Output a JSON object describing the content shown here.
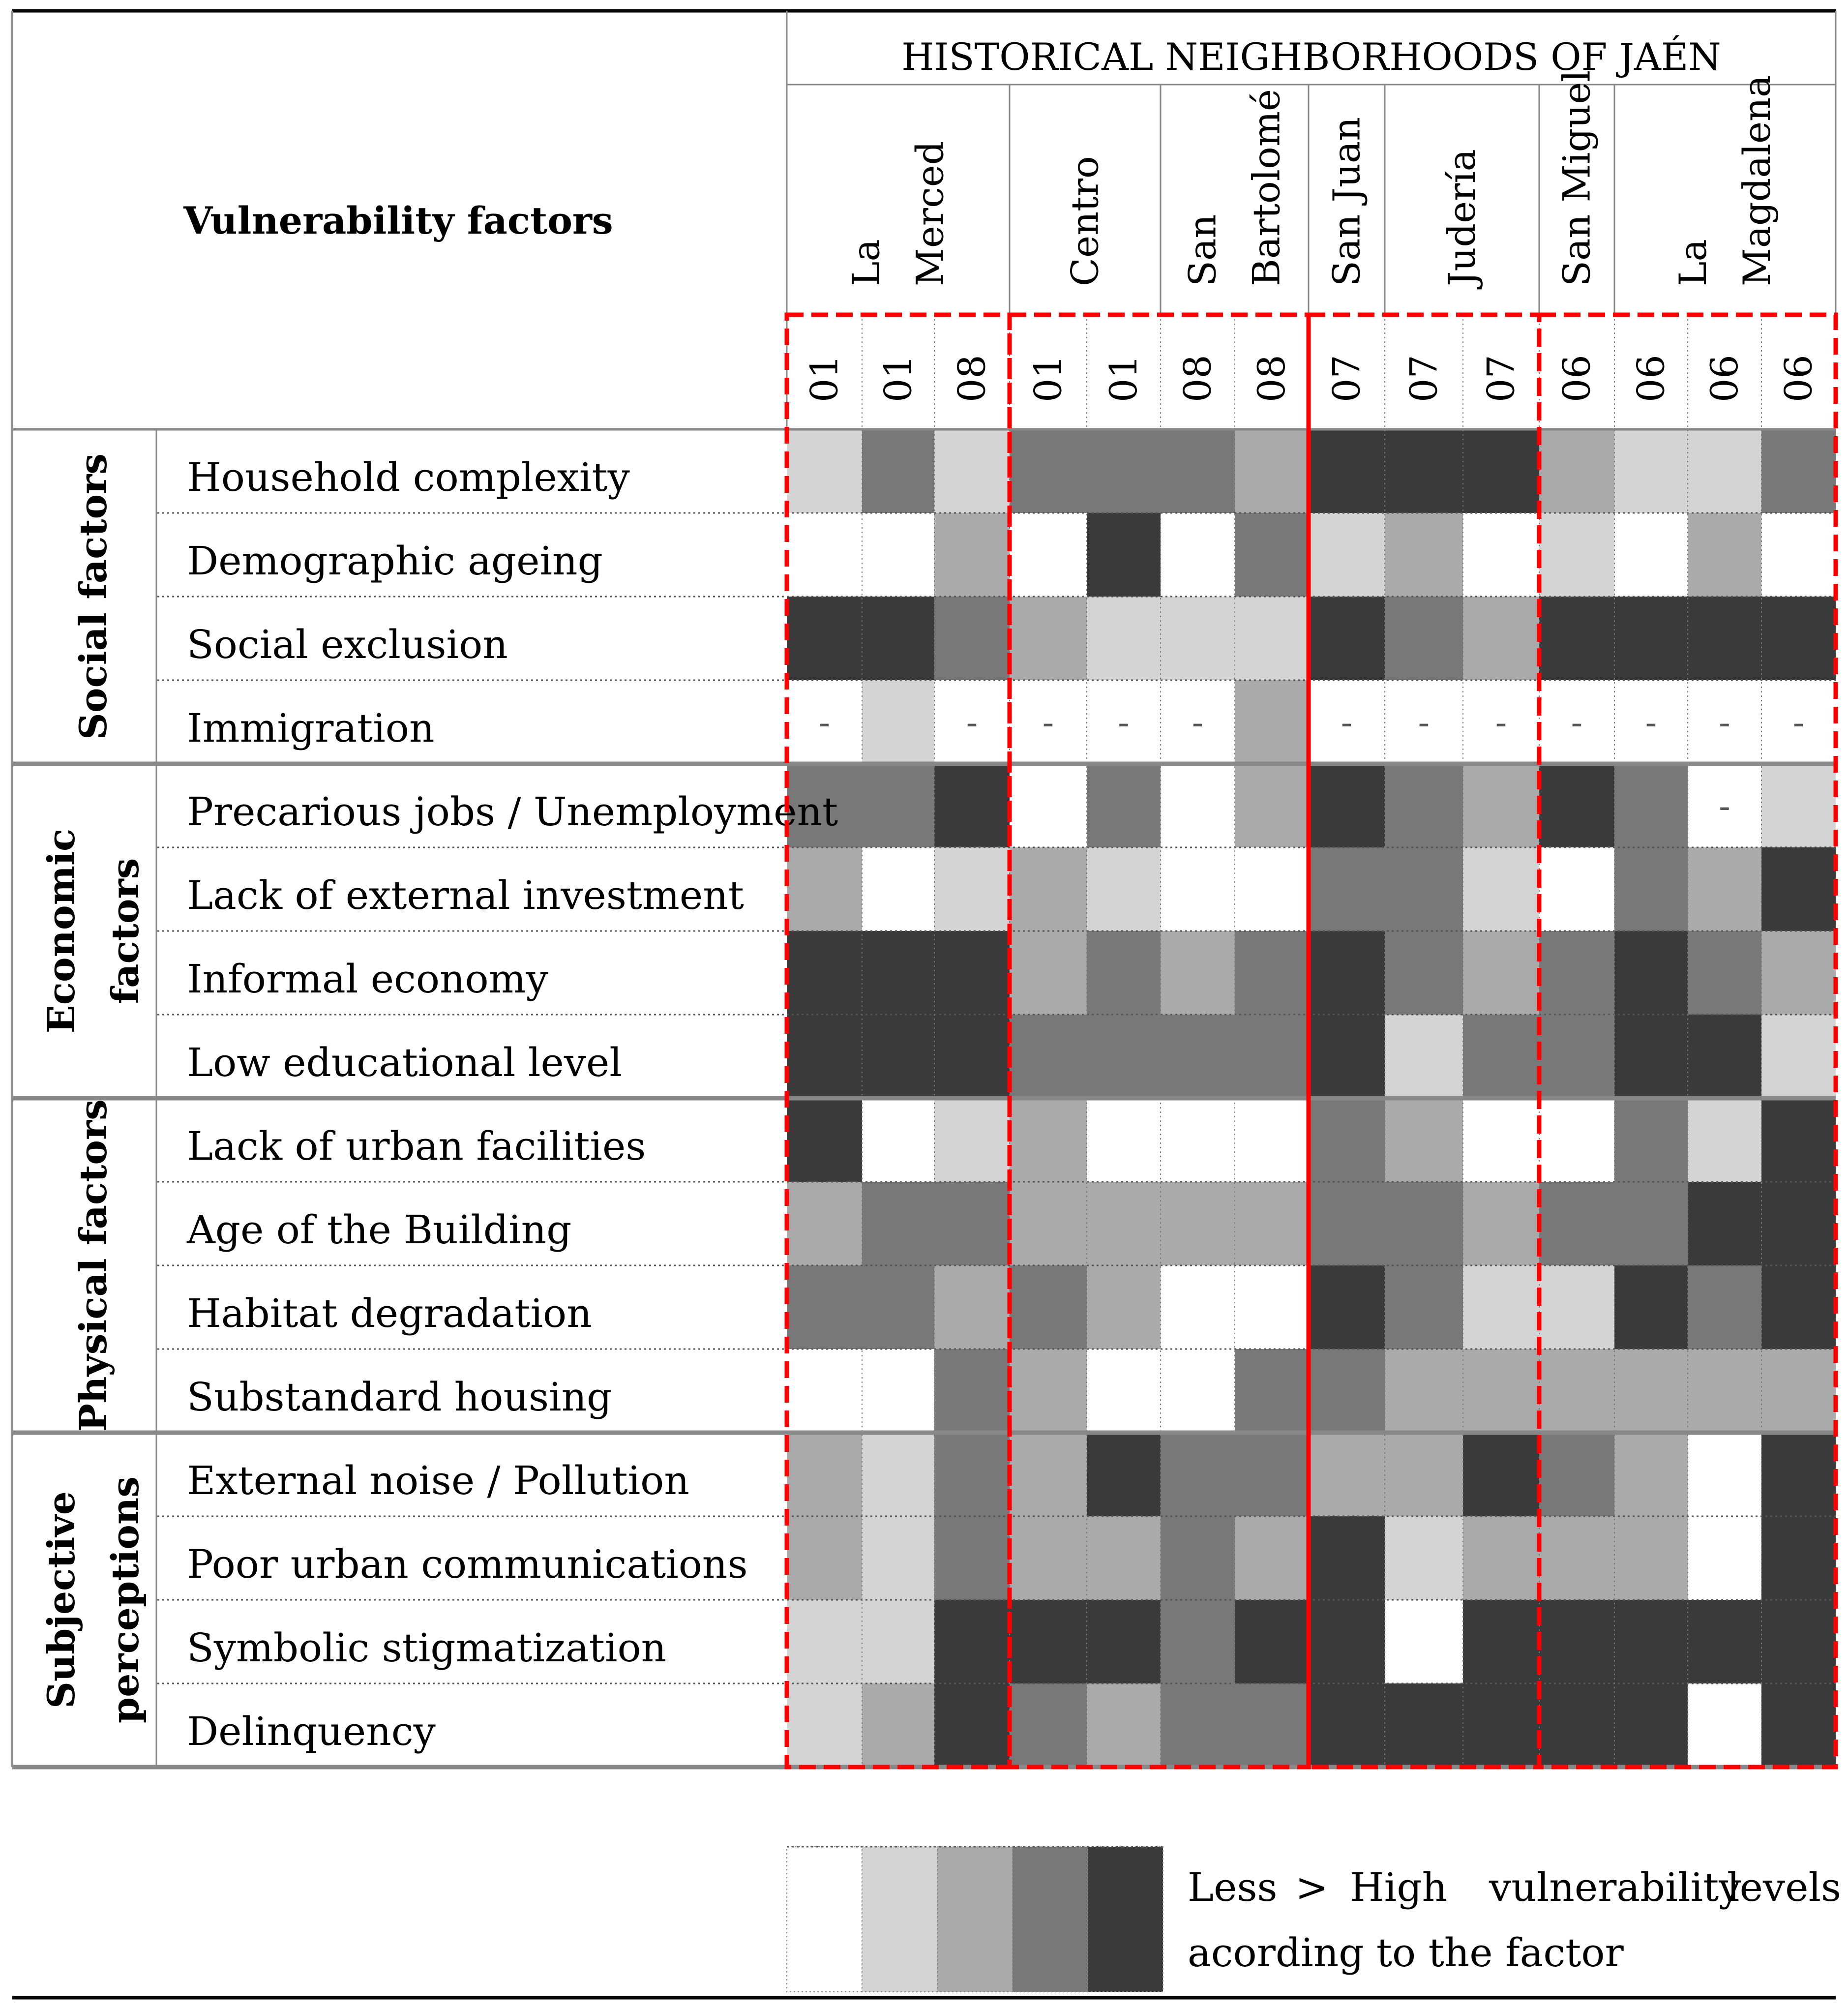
{
  "chart_data": {
    "type": "heatmap",
    "title": "HISTORICAL NEIGHBORHOODS OF JAÉN",
    "row_header": "Vulnerability factors",
    "column_groups": [
      {
        "name_lines": [
          "La",
          "Merced"
        ],
        "codes": [
          "01",
          "01",
          "08"
        ]
      },
      {
        "name_lines": [
          "Centro"
        ],
        "codes": [
          "01",
          "01"
        ]
      },
      {
        "name_lines": [
          "San",
          "Bartolomé"
        ],
        "codes": [
          "08",
          "08"
        ]
      },
      {
        "name_lines": [
          "San Juan"
        ],
        "codes": [
          "07"
        ]
      },
      {
        "name_lines": [
          "Judería"
        ],
        "codes": [
          "07",
          "07"
        ]
      },
      {
        "name_lines": [
          "San Miguel"
        ],
        "codes": [
          "06"
        ]
      },
      {
        "name_lines": [
          "La",
          "Magdalena"
        ],
        "codes": [
          "06",
          "06",
          "06"
        ]
      }
    ],
    "categories": [
      {
        "label_lines": [
          "Social factors"
        ],
        "rows": [
          "Household complexity",
          "Demographic ageing",
          "Social exclusion",
          "Immigration"
        ]
      },
      {
        "label_lines": [
          "Economic",
          "factors"
        ],
        "rows": [
          "Precarious jobs / Unemployment",
          "Lack of external investment",
          "Informal economy",
          "Low educational level"
        ]
      },
      {
        "label_lines": [
          "Physical factors"
        ],
        "rows": [
          "Lack of urban facilities",
          "Age of the Building",
          "Habitat degradation",
          "Substandard housing"
        ]
      },
      {
        "label_lines": [
          "Subjective",
          "perceptions"
        ],
        "rows": [
          "External noise / Pollution",
          "Poor urban communications",
          "Symbolic stigmatization",
          "Delinquency"
        ]
      }
    ],
    "value_scale": {
      "min": 1,
      "max": 5,
      "colors": [
        "#ffffff",
        "#d4d4d4",
        "#aaaaaa",
        "#787878",
        "#3a3a3a"
      ],
      "missing_symbol": "-"
    },
    "values": [
      [
        2,
        4,
        2,
        4,
        4,
        4,
        3,
        5,
        5,
        5,
        3,
        2,
        2,
        4
      ],
      [
        1,
        1,
        3,
        1,
        5,
        1,
        4,
        2,
        3,
        1,
        2,
        1,
        3,
        1
      ],
      [
        5,
        5,
        4,
        3,
        2,
        2,
        2,
        5,
        4,
        3,
        5,
        5,
        5,
        5
      ],
      [
        null,
        2,
        null,
        null,
        null,
        null,
        3,
        null,
        null,
        null,
        null,
        null,
        null,
        null
      ],
      [
        4,
        4,
        5,
        1,
        4,
        1,
        3,
        5,
        4,
        3,
        5,
        4,
        null,
        2
      ],
      [
        3,
        1,
        2,
        3,
        2,
        1,
        1,
        4,
        4,
        2,
        1,
        4,
        3,
        5
      ],
      [
        5,
        5,
        5,
        3,
        4,
        3,
        4,
        5,
        4,
        3,
        4,
        5,
        4,
        3
      ],
      [
        5,
        5,
        5,
        4,
        4,
        4,
        4,
        5,
        2,
        4,
        4,
        5,
        5,
        2
      ],
      [
        5,
        1,
        2,
        3,
        1,
        1,
        1,
        4,
        3,
        1,
        1,
        4,
        2,
        5
      ],
      [
        3,
        4,
        4,
        3,
        3,
        3,
        3,
        4,
        4,
        3,
        4,
        4,
        5,
        5
      ],
      [
        4,
        4,
        3,
        4,
        3,
        1,
        1,
        5,
        4,
        2,
        2,
        5,
        4,
        5
      ],
      [
        1,
        1,
        4,
        3,
        1,
        1,
        4,
        4,
        3,
        3,
        3,
        3,
        3,
        3
      ],
      [
        3,
        2,
        4,
        3,
        5,
        4,
        4,
        3,
        3,
        5,
        4,
        3,
        1,
        5
      ],
      [
        3,
        2,
        4,
        3,
        3,
        4,
        3,
        5,
        2,
        3,
        3,
        3,
        1,
        5
      ],
      [
        2,
        2,
        5,
        5,
        5,
        4,
        5,
        5,
        1,
        5,
        5,
        5,
        5,
        5
      ],
      [
        2,
        3,
        5,
        4,
        3,
        4,
        4,
        5,
        5,
        5,
        5,
        5,
        1,
        5
      ]
    ],
    "highlight_groups": [
      [
        0,
        2
      ],
      [
        3,
        6
      ],
      [
        7,
        9
      ],
      [
        10,
        13
      ]
    ],
    "legend": {
      "text_line1": [
        "Less",
        ">",
        "High",
        "vulnerability",
        "levels"
      ],
      "text_line2": "acording to the factor"
    }
  }
}
